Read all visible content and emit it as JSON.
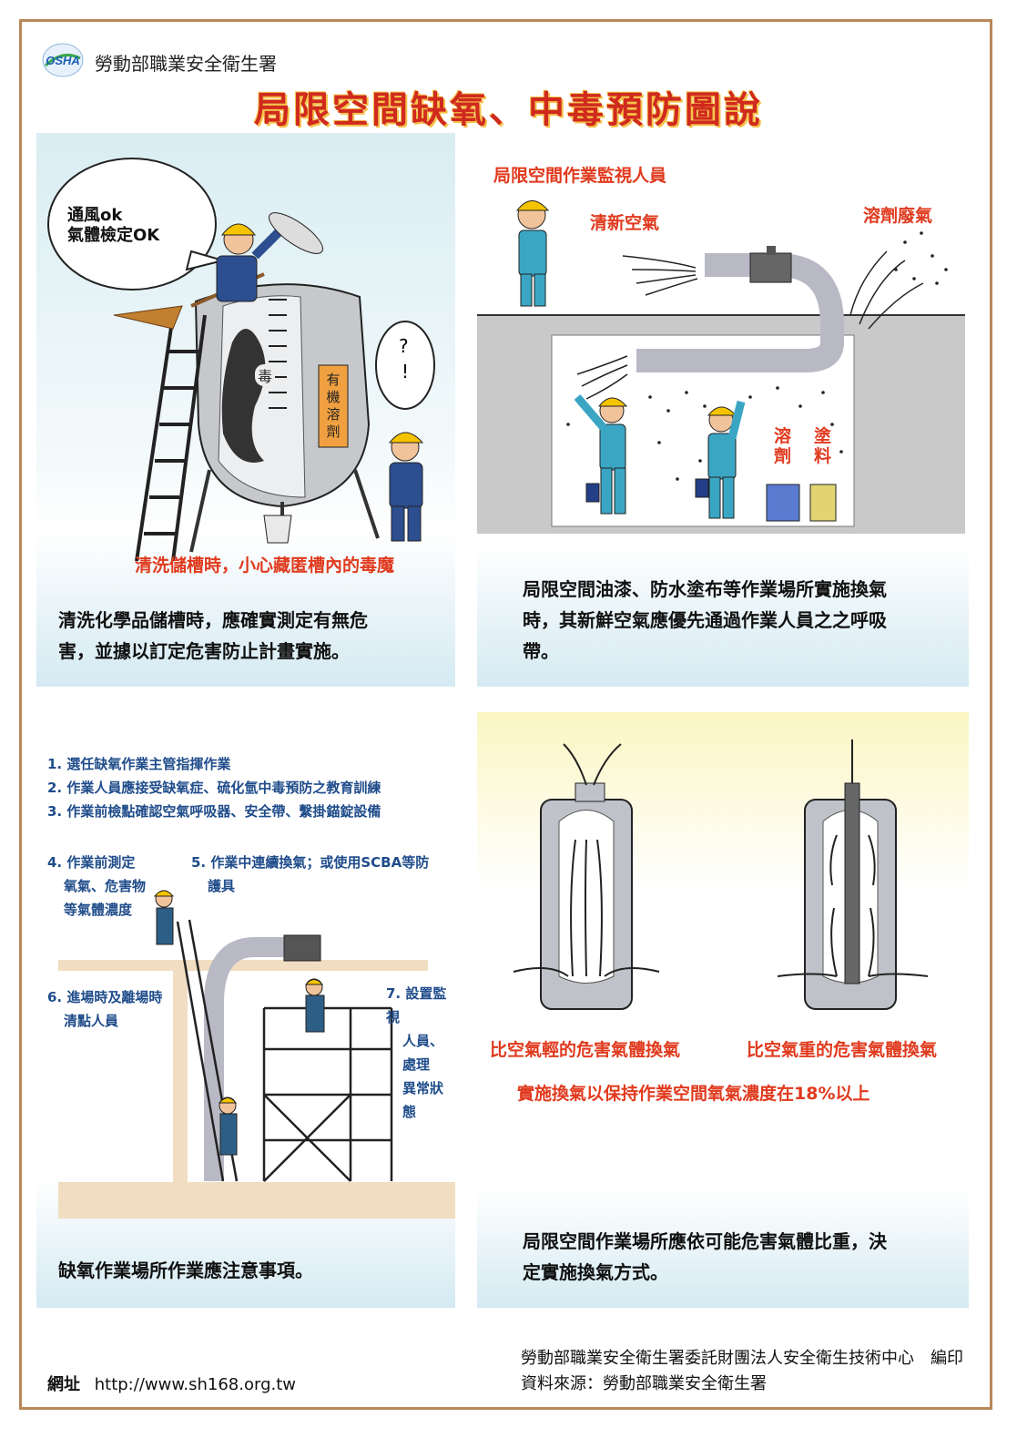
{
  "header": {
    "logo_text": "OSHA",
    "org": "勞動部職業安全衛生署",
    "title": "局限空間缺氧、中毒預防圖說"
  },
  "panel1": {
    "speech_line1": "通風ok",
    "speech_line2": "氣體檢定OK",
    "question": "?",
    "exclaim": "!",
    "poison_label": "毒",
    "tank_label": "有機溶劑",
    "caption": "清洗儲槽時，小心藏匿槽內的毒魔",
    "body_line1": "清洗化學品儲槽時，應確實測定有無危",
    "body_line2": "害，並據以訂定危害防止計畫實施。"
  },
  "panel2": {
    "watcher_label": "局限空間作業監視人員",
    "fresh_air": "清新空氣",
    "exhaust": "溶劑廢氣",
    "solvent": "溶劑",
    "paint": "塗料",
    "body_line1": "局限空間油漆、防水塗布等作業場所實施換氣",
    "body_line2": "時，其新鮮空氣應優先通過作業人員之之呼吸",
    "body_line3": "帶。"
  },
  "panel3": {
    "item1": "1. 選任缺氧作業主管指揮作業",
    "item2": "2. 作業人員應接受缺氧症、硫化氫中毒預防之教育訓練",
    "item3": "3. 作業前檢點確認空氣呼吸器、安全帶、繫掛錨錠設備",
    "item4_l1": "4. 作業前測定",
    "item4_l2": "氧氣、危害物",
    "item4_l3": "等氣體濃度",
    "item5_l1": "5. 作業中連續換氣；或使用SCBA等防",
    "item5_l2": "護具",
    "item6_l1": "6. 進場時及離場時",
    "item6_l2": "清點人員",
    "item7_l1": "7. 設置監視",
    "item7_l2": "人員、",
    "item7_l3": "處理",
    "item7_l4": "異常狀態",
    "body_line1": "缺氧作業場所作業應注意事項。"
  },
  "panel4": {
    "left_caption": "比空氣輕的危害氣體換氣",
    "right_caption": "比空氣重的危害氣體換氣",
    "oxygen_note": "實施換氣以保持作業空間氧氣濃度在18%以上",
    "body_line1": "局限空間作業場所應依可能危害氣體比重，決",
    "body_line2": "定實施換氣方式。"
  },
  "footer": {
    "url_label": "網址",
    "url": "http://www.sh168.org.tw",
    "publisher": "勞動部職業安全衛生署委託財團法人安全衛生技術中心　編印",
    "source": "資料來源：勞動部職業安全衛生署"
  },
  "colors": {
    "title_red": "#d02a1e",
    "caption_red": "#e03a1e",
    "frame_brown": "#b7875a",
    "worker_blue": "#3aa6c4",
    "list_blue": "#1f4c8a"
  }
}
